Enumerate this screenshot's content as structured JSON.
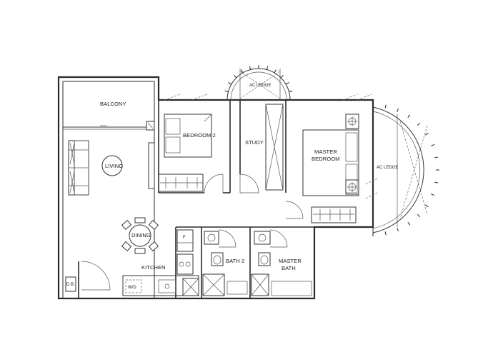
{
  "rooms": {
    "balcony": "BALCONY",
    "living": "LIVING",
    "dining": "DINING",
    "kitchen": "KITCHEN",
    "bedroom2": "BEDROOM 2",
    "study": "STUDY",
    "master_bedroom_line1": "MASTER",
    "master_bedroom_line2": "BEDROOM",
    "bath2": "BATH 2",
    "master_bath_line1": "MASTER",
    "master_bath_line2": "BATH",
    "ac_ledge_top": "AC LEDGE",
    "ac_ledge_right": "AC LEDGE"
  },
  "fixtures": {
    "db": "D.B.",
    "wd": "W/D",
    "fridge": "F"
  }
}
